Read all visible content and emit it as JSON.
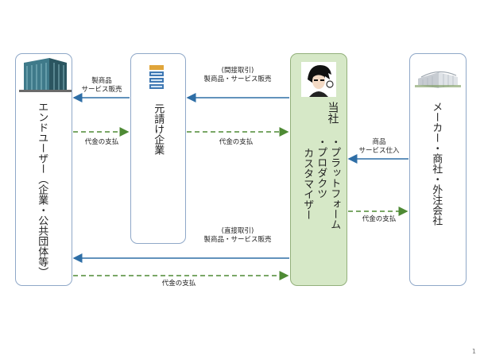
{
  "entities": {
    "end_user": "エンドユーザー（企業・公共団体等）",
    "prime_contractor": "元請け企業",
    "us_title": "当社",
    "us_items": [
      "・プラットフォーム",
      "・プロダクツ",
      "カスタマイザー"
    ],
    "maker": "メーカー・商社・外注会社"
  },
  "flows": {
    "top_left_label": [
      "製商品",
      "サービス販売"
    ],
    "top_mid_label": [
      "(間接取引)",
      "製商品・サービス販売"
    ],
    "pay_left": "代金の支払",
    "pay_mid": "代金の支払",
    "right_top_label": [
      "商品",
      "サービス仕入"
    ],
    "right_pay": "代金の支払",
    "bottom_label": [
      "(直接取引)",
      "製商品・サービス販売"
    ],
    "bottom_pay": "代金の支払"
  },
  "colors": {
    "sales_arrow": "#2e6ea6",
    "payment_arrow": "#4e8a34",
    "center_fill": "#d6e8c7"
  },
  "page_number": "1"
}
